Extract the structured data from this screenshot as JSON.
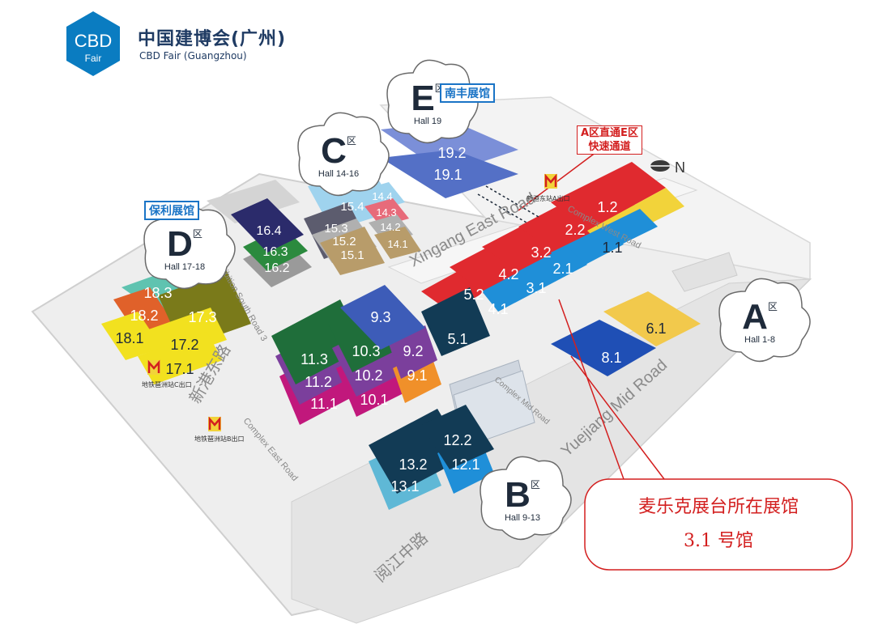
{
  "logo": {
    "mark_top": "CBD",
    "mark_bottom": "Fair",
    "name_cn": "中国建博会(广州)",
    "name_en": "CBD Fair (Guangzhou)",
    "color": "#0a7cc1"
  },
  "zones": {
    "A": {
      "letter": "A",
      "suffix": "区",
      "halls": "Hall 1-8"
    },
    "B": {
      "letter": "B",
      "suffix": "区",
      "halls": "Hall 9-13"
    },
    "C": {
      "letter": "C",
      "suffix": "区",
      "halls": "Hall 14-16"
    },
    "D": {
      "letter": "D",
      "suffix": "区",
      "halls": "Hall 17-18"
    },
    "E": {
      "letter": "E",
      "suffix": "区",
      "halls": "Hall 19"
    }
  },
  "venue_tags": {
    "nanfeng": "南丰展馆",
    "poly": "保利展馆"
  },
  "express_note": {
    "line1": "A区直通E区",
    "line2": "快速通道"
  },
  "roads": {
    "xingang_east_en": "Xingang East Road",
    "xingang_east_cn": "新港东路",
    "yuejiang_mid_en": "Yuejiang Mid Road",
    "yuejiang_mid_cn": "阅江中路",
    "complex_west": "Complex West Road",
    "complex_east": "Complex East Road",
    "complex_mid": "Complex Mid Road",
    "exhibition_south_3": "Exhibition South Road 3"
  },
  "metro_labels": {
    "xingang_east_a": "新港东站A出口",
    "pazhou_c": "地铁琶洲站C出口",
    "pazhou_b": "地铁琶洲站B出口"
  },
  "compass": "N",
  "halls": [
    {
      "label": "1.1",
      "color": "#f2d33a"
    },
    {
      "label": "1.2",
      "color": "#e02a2f"
    },
    {
      "label": "2.1",
      "color": "#1f8fd8"
    },
    {
      "label": "2.2",
      "color": "#e02a2f"
    },
    {
      "label": "3.1",
      "color": "#1f8fd8"
    },
    {
      "label": "3.2",
      "color": "#e02a2f"
    },
    {
      "label": "4.1",
      "color": "#1f8fd8"
    },
    {
      "label": "4.2",
      "color": "#e02a2f"
    },
    {
      "label": "5.1",
      "color": "#123b55"
    },
    {
      "label": "5.2",
      "color": "#e02a2f"
    },
    {
      "label": "6.1",
      "color": "#f2c94c"
    },
    {
      "label": "8.1",
      "color": "#1f4fb5"
    },
    {
      "label": "9.1",
      "color": "#f0902a"
    },
    {
      "label": "9.2",
      "color": "#7b3f9c"
    },
    {
      "label": "9.3",
      "color": "#3d5cb8"
    },
    {
      "label": "10.1",
      "color": "#c1187c"
    },
    {
      "label": "10.2",
      "color": "#7b3f9c"
    },
    {
      "label": "10.3",
      "color": "#1f6e3a"
    },
    {
      "label": "11.1",
      "color": "#c1187c"
    },
    {
      "label": "11.2",
      "color": "#7b3f9c"
    },
    {
      "label": "11.3",
      "color": "#1f6e3a"
    },
    {
      "label": "12.1",
      "color": "#1f8fd8"
    },
    {
      "label": "12.2",
      "color": "#123b55"
    },
    {
      "label": "13.1",
      "color": "#5fb8d6"
    },
    {
      "label": "13.2",
      "color": "#123b55"
    },
    {
      "label": "14.1",
      "color": "#b89c6a"
    },
    {
      "label": "14.2",
      "color": "#b0b0b0"
    },
    {
      "label": "14.3",
      "color": "#e76b7a"
    },
    {
      "label": "14.4",
      "color": "#9fd3ee"
    },
    {
      "label": "15.1",
      "color": "#b89c6a"
    },
    {
      "label": "15.2",
      "color": "#b0b0b0"
    },
    {
      "label": "15.3",
      "color": "#5c5c6e"
    },
    {
      "label": "15.4",
      "color": "#9fd3ee"
    },
    {
      "label": "16.2",
      "color": "#9a9a9a"
    },
    {
      "label": "16.3",
      "color": "#2b8a3e"
    },
    {
      "label": "16.4",
      "color": "#2b2b6b"
    },
    {
      "label": "17.1",
      "color": "#f2e11f"
    },
    {
      "label": "17.2",
      "color": "#f2e11f"
    },
    {
      "label": "17.3",
      "color": "#7a7a1a"
    },
    {
      "label": "18.1",
      "color": "#f2e11f"
    },
    {
      "label": "18.2",
      "color": "#e0612a"
    },
    {
      "label": "18.3",
      "color": "#5fc3b0"
    },
    {
      "label": "19.1",
      "color": "#5470c6"
    },
    {
      "label": "19.2",
      "color": "#7b8fd8"
    }
  ],
  "callout": {
    "line1": "麦乐克展台所在展馆",
    "line2": "3.1 号馆",
    "color": "#d31f1f"
  }
}
